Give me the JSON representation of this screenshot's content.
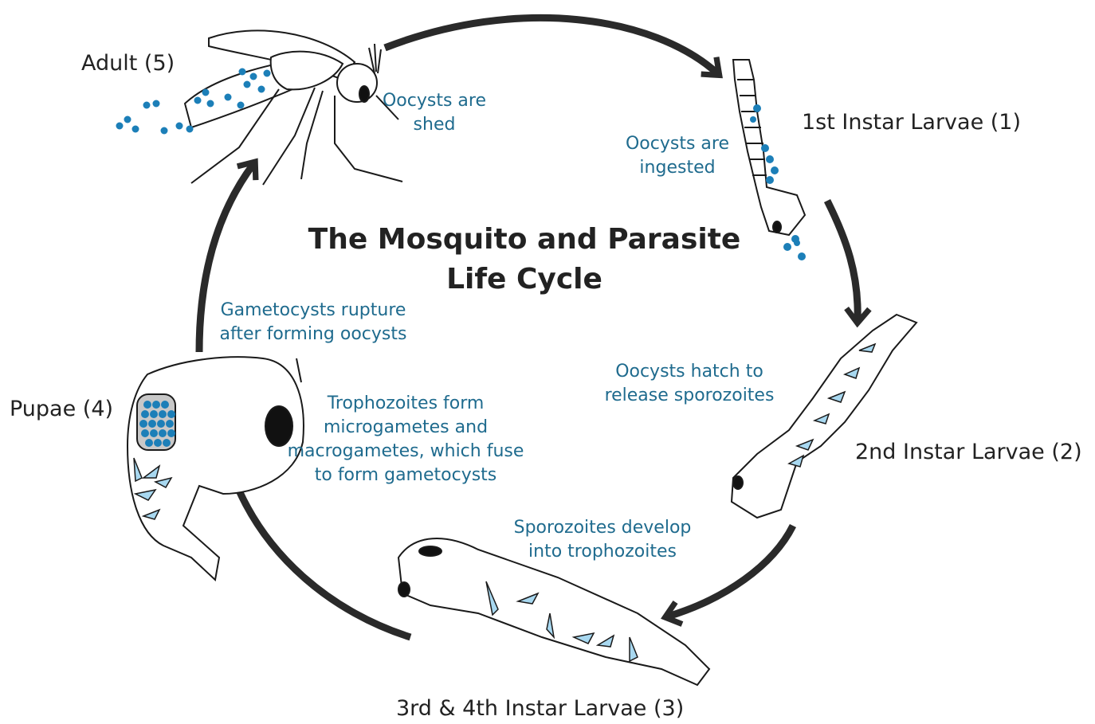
{
  "title": [
    "The Mosquito and Parasite",
    "Life Cycle"
  ],
  "stages": {
    "adult": "Adult (5)",
    "larvae1": "1st Instar Larvae (1)",
    "larvae2": "2nd Instar Larvae (2)",
    "larvae3": "3rd & 4th Instar Larvae (3)",
    "pupae": "Pupae (4)"
  },
  "annotations": {
    "shed": [
      "Oocysts are",
      "shed"
    ],
    "ingested": [
      "Oocysts are",
      "ingested"
    ],
    "hatch": [
      "Oocysts hatch to",
      "release sporozoites"
    ],
    "develop": [
      "Sporozoites develop",
      "into trophozoites"
    ],
    "trophozoites": [
      "Trophozoites form",
      "microgametes and",
      "macrogametes, which fuse",
      "to form gametocysts"
    ],
    "rupture": [
      "Gametocysts rupture",
      "after forming oocysts"
    ]
  },
  "colors": {
    "text": "#222222",
    "annotation": "#1f6b8e",
    "oocyst": "#1c7fb8",
    "parasite": "#a8d8f0",
    "arrow": "#2a2a2a"
  }
}
